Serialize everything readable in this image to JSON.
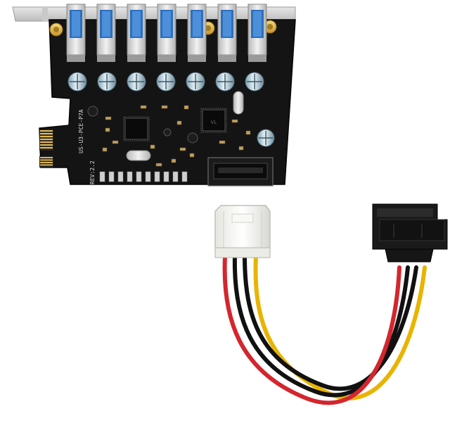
{
  "image": {
    "subject": "7-port USB 3.0 PCIe expansion card with Molex to SATA power adapter cable",
    "background": "#ffffff"
  },
  "card": {
    "pcb_color": "#141414",
    "bracket_color": "#d8d8d8",
    "usb_port_count": 7,
    "silkscreen_text": "US-U3-PCE-P7A",
    "revision_text": "REV:2.2",
    "chip_text": "VL"
  },
  "cable": {
    "molex_color": "#f2f2ee",
    "sata_color": "#1a1a1a",
    "wire_colors": [
      "#e8b400",
      "#111111",
      "#111111",
      "#d4262e"
    ]
  }
}
